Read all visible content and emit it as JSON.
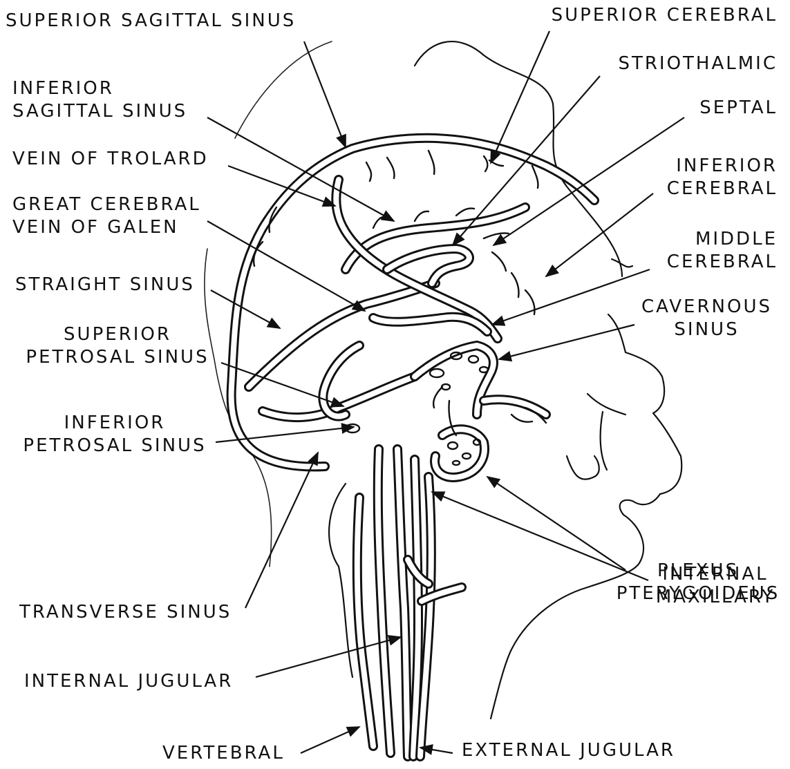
{
  "labels": {
    "superior_sagittal_sinus": "SUPERIOR SAGITTAL SINUS",
    "inferior_sagittal_sinus": "INFERIOR\nSAGITTAL SINUS",
    "vein_of_trolard": "VEIN OF TROLARD",
    "great_cerebral_vein_of_galen": "GREAT CEREBRAL\nVEIN OF GALEN",
    "straight_sinus": "STRAIGHT SINUS",
    "superior_petrosal_sinus": "SUPERIOR\nPETROSAL SINUS",
    "inferior_petrosal_sinus": "INFERIOR\nPETROSAL SINUS",
    "transverse_sinus": "TRANSVERSE SINUS",
    "internal_jugular": "INTERNAL JUGULAR",
    "vertebral": "VERTEBRAL",
    "external_jugular": "EXTERNAL JUGULAR",
    "internal_maxillary": "INTERNAL\nMAXILLARY",
    "plexus_pterygoideus": "PLEXUS\nPTERYGOIDEUS",
    "cavernous_sinus": "CAVERNOUS\nSINUS",
    "middle_cerebral": "MIDDLE\nCEREBRAL",
    "inferior_cerebral": "INFERIOR\nCEREBRAL",
    "septal": "SEPTAL",
    "striothalmic": "STRIOTHALMIC",
    "superior_cerebral": "SUPERIOR CEREBRAL"
  }
}
